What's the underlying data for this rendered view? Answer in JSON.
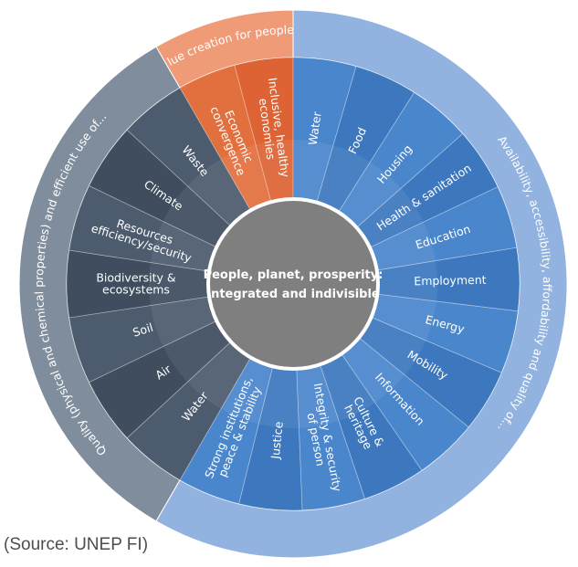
{
  "center": {
    "line1": "People, planet, prosperity:",
    "line2": "Integrated and indivisible"
  },
  "outer_ring": {
    "economic": "Economic value creation for people and society",
    "availability": "Availability, accessibility, affordability and quality of...",
    "quality": "Quality (physical and chemical properties) and efficient use of..."
  },
  "segments": {
    "economic": [
      {
        "lines": [
          "Economic",
          "convergence"
        ]
      },
      {
        "lines": [
          "Inclusive, healthy",
          "economies"
        ]
      }
    ],
    "availability": [
      {
        "lines": [
          "Water"
        ]
      },
      {
        "lines": [
          "Food"
        ]
      },
      {
        "lines": [
          "Housing"
        ]
      },
      {
        "lines": [
          "Health & sanitation"
        ]
      },
      {
        "lines": [
          "Education"
        ]
      },
      {
        "lines": [
          "Employment"
        ]
      },
      {
        "lines": [
          "Energy"
        ]
      },
      {
        "lines": [
          "Mobility"
        ]
      },
      {
        "lines": [
          "Information"
        ]
      },
      {
        "lines": [
          "Culture &",
          "heritage"
        ]
      },
      {
        "lines": [
          "Integrity & security",
          "of person"
        ]
      },
      {
        "lines": [
          "Justice"
        ]
      },
      {
        "lines": [
          "Strong institutions,",
          "peace & stability"
        ]
      }
    ],
    "quality": [
      {
        "lines": [
          "Water"
        ]
      },
      {
        "lines": [
          "Air"
        ]
      },
      {
        "lines": [
          "Soil"
        ]
      },
      {
        "lines": [
          "Biodiversity &",
          "ecosystems"
        ]
      },
      {
        "lines": [
          "Resources",
          "efficiency/security"
        ]
      },
      {
        "lines": [
          "Climate"
        ]
      },
      {
        "lines": [
          "Waste"
        ]
      }
    ]
  },
  "colors": {
    "economic_outer": "#ef9b78",
    "economic_a": "#e2703e",
    "economic_b": "#dd6334",
    "availability_outer": "#92b3e0",
    "availability_a": "#4a86cc",
    "availability_b": "#3d78be",
    "quality_outer": "#808d9d",
    "quality_a": "#4c5b6e",
    "quality_b": "#3f4d5f",
    "center": "#7f7f7f"
  },
  "source_note": "(Source: UNEP FI)"
}
